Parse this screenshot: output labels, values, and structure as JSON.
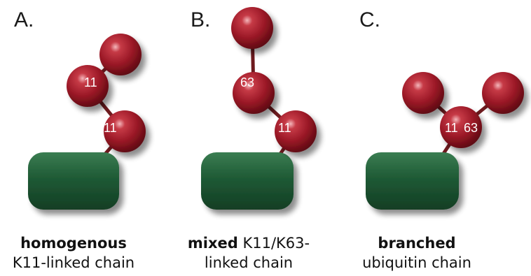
{
  "panels": [
    {
      "letter": "A.",
      "labels": [
        "11",
        "11"
      ],
      "caption_bold": "homogenous",
      "caption_rest": "",
      "caption_line2": "K11-linked chain"
    },
    {
      "letter": "B.",
      "labels": [
        "63",
        "11"
      ],
      "caption_bold": "mixed",
      "caption_rest": " K11/K63-",
      "caption_line2": "linked chain"
    },
    {
      "letter": "C.",
      "labels": [
        "11",
        "63"
      ],
      "caption_bold": "branched",
      "caption_rest": "",
      "caption_line2": "ubiquitin chain"
    }
  ],
  "colors": {
    "ubiquitin": "#8e1420",
    "substrate": "#1d5632",
    "linker": "#6e1a1e"
  }
}
